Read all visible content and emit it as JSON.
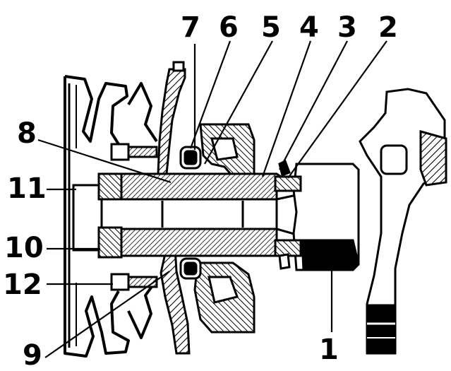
{
  "figure": {
    "callouts": [
      {
        "id": "1",
        "text": "1"
      },
      {
        "id": "2",
        "text": "2"
      },
      {
        "id": "3",
        "text": "3"
      },
      {
        "id": "4",
        "text": "4"
      },
      {
        "id": "5",
        "text": "5"
      },
      {
        "id": "6",
        "text": "6"
      },
      {
        "id": "7",
        "text": "7"
      },
      {
        "id": "8",
        "text": "8"
      },
      {
        "id": "9",
        "text": "9"
      },
      {
        "id": "10",
        "text": "10"
      },
      {
        "id": "11",
        "text": "11"
      },
      {
        "id": "12",
        "text": "12"
      }
    ],
    "colors": {
      "ink": "#000000",
      "paper": "#ffffff",
      "hatch": "#000000"
    }
  }
}
